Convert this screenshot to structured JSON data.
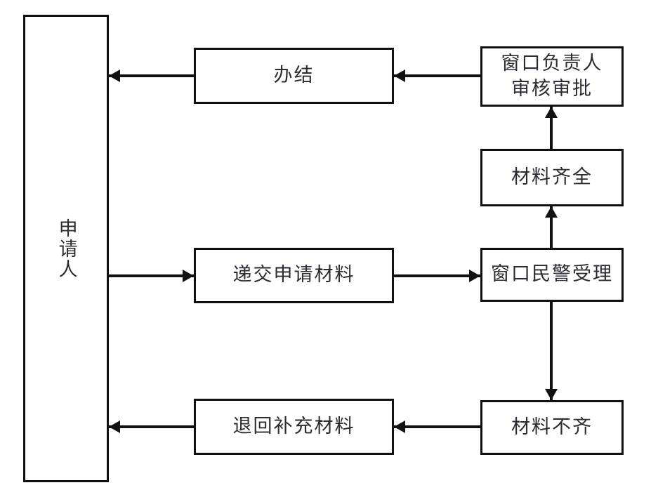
{
  "diagram": {
    "title": "",
    "type": "flowchart",
    "colors": {
      "stroke": "#111111",
      "text": "#2b2b33",
      "background": "#ffffff"
    },
    "nodes": {
      "applicant": {
        "label": "申请人"
      },
      "completed": {
        "label": "办结"
      },
      "window_supervisor_review": {
        "label": "窗口负责人\n审核审批"
      },
      "materials_complete": {
        "label": "材料齐全"
      },
      "submit_application_materials": {
        "label": "递交申请材料"
      },
      "window_officer_accept": {
        "label": "窗口民警受理"
      },
      "return_for_supplement": {
        "label": "退回补充材料"
      },
      "materials_incomplete": {
        "label": "材料不齐"
      }
    },
    "edges": [
      {
        "from": "applicant",
        "to": "submit_application_materials",
        "direction": "right"
      },
      {
        "from": "submit_application_materials",
        "to": "window_officer_accept",
        "direction": "right"
      },
      {
        "from": "window_officer_accept",
        "to": "materials_complete",
        "direction": "up"
      },
      {
        "from": "materials_complete",
        "to": "window_supervisor_review",
        "direction": "up"
      },
      {
        "from": "window_supervisor_review",
        "to": "completed",
        "direction": "left"
      },
      {
        "from": "completed",
        "to": "applicant",
        "direction": "left"
      },
      {
        "from": "window_officer_accept",
        "to": "materials_incomplete",
        "direction": "down"
      },
      {
        "from": "materials_incomplete",
        "to": "return_for_supplement",
        "direction": "left"
      },
      {
        "from": "return_for_supplement",
        "to": "applicant",
        "direction": "left"
      }
    ]
  }
}
